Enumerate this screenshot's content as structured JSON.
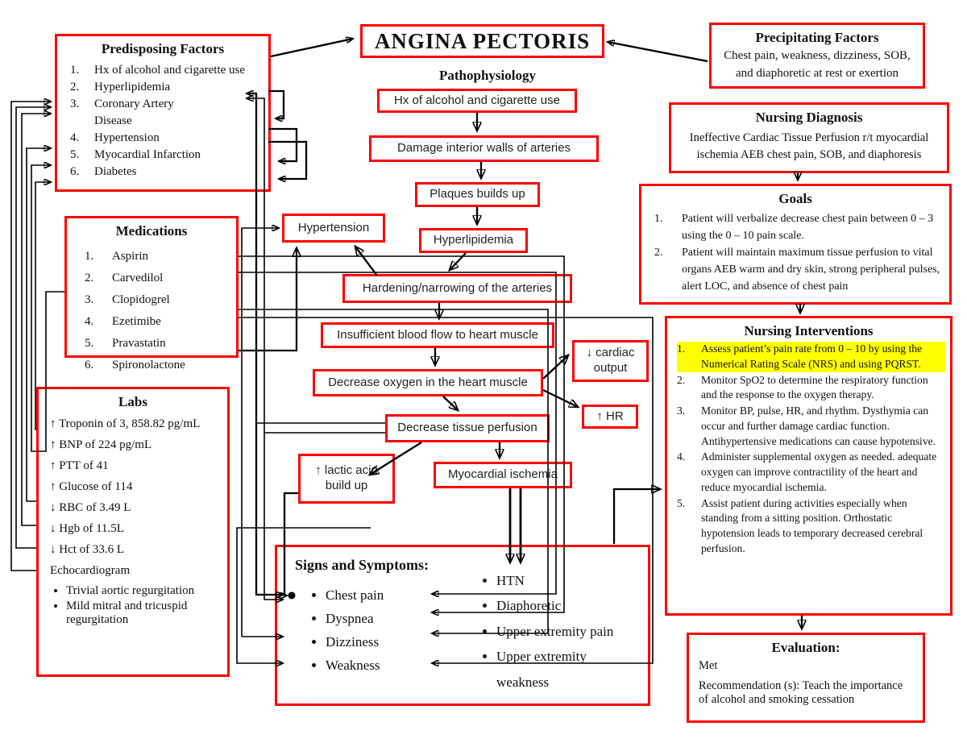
{
  "title": "ANGINA PECTORIS",
  "colors": {
    "box_border": "#ff0000",
    "highlight": "#ffff00",
    "line": "#000000"
  },
  "predisposing": {
    "header": "Predisposing Factors",
    "items": [
      "Hx of alcohol and cigarette use",
      "Hyperlipidemia",
      "Coronary Artery Disease",
      "Hypertension",
      "Myocardial Infarction",
      "Diabetes"
    ]
  },
  "precipitating": {
    "header": "Precipitating Factors",
    "text": "Chest pain, weakness, dizziness, SOB, and diaphoretic at rest or exertion"
  },
  "pathophysiology": {
    "label": "Pathophysiology",
    "step1": "Hx of alcohol and cigarette use",
    "step2": "Damage interior walls of arteries",
    "step3": "Plaques builds up",
    "step4": "Hyperlipidemia",
    "hypertension": "Hypertension",
    "step5": "Hardening/narrowing  of the arteries",
    "step6": "Insufficient blood flow to heart muscle",
    "step7": "Decrease oxygen in the heart muscle",
    "cardiac_output": "↓ cardiac output",
    "hr": "↑ HR",
    "step8": "Decrease tissue perfusion",
    "lactic": "↑ lactic acid build up",
    "step9": "Myocardial ischemia"
  },
  "medications": {
    "header": "Medications",
    "items": [
      "Aspirin",
      "Carvedilol",
      "Clopidogrel",
      "Ezetimibe",
      "Pravastatin",
      "Spironolactone"
    ]
  },
  "labs": {
    "header": "Labs",
    "items": [
      "↑ Troponin of 3, 858.82 pg/mL",
      "↑ BNP of 224 pg/mL",
      "↑ PTT of 41",
      "↑ Glucose of 114",
      "↓ RBC of 3.49 L",
      "↓ Hgb of 11.5L",
      "↓ Hct of 33.6 L",
      "Echocardiogram"
    ],
    "echo_bullets": [
      "Trivial aortic regurgitation",
      "Mild mitral and tricuspid regurgitation"
    ]
  },
  "diagnosis": {
    "header": "Nursing Diagnosis",
    "text": "Ineffective Cardiac Tissue  Perfusion r/t myocardial ischemia AEB chest pain, SOB, and  diaphoresis"
  },
  "goals": {
    "header": "Goals",
    "items": [
      "Patient will verbalize decrease chest pain between 0 – 3 using the 0 – 10 pain scale.",
      "Patient will maintain maximum tissue perfusion to vital organs AEB warm and dry skin, strong peripheral pulses, alert LOC, and absence of chest pain"
    ]
  },
  "interventions": {
    "header": "Nursing Interventions",
    "items": [
      "Assess patient’s pain rate from 0 – 10 by using the Numerical Rating Scale (NRS) and using PQRST.",
      "Monitor SpO2 to determine the respiratory function and the response to the oxygen therapy.",
      "Monitor BP, pulse, HR, and rhythm.  Dysthymia can occur and further damage cardiac function. Antihypertensive medications can cause hypotensive.",
      "Administer supplemental oxygen as needed. adequate oxygen can improve contractility of the heart and reduce myocardial ischemia.",
      "Assist patient during activities especially when standing from a sitting position. Orthostatic hypotension leads to temporary decreased cerebral perfusion."
    ]
  },
  "evaluation": {
    "header": "Evaluation:",
    "status": "Met",
    "recommendation": "Recommendation (s): Teach the importance of alcohol and smoking cessation"
  },
  "signs": {
    "header": "Signs and Symptoms:",
    "left": [
      "Chest pain",
      "Dyspnea",
      "Dizziness",
      "Weakness"
    ],
    "right": [
      "HTN",
      "Diaphoretic",
      "Upper extremity pain",
      "Upper extremity weakness"
    ]
  }
}
